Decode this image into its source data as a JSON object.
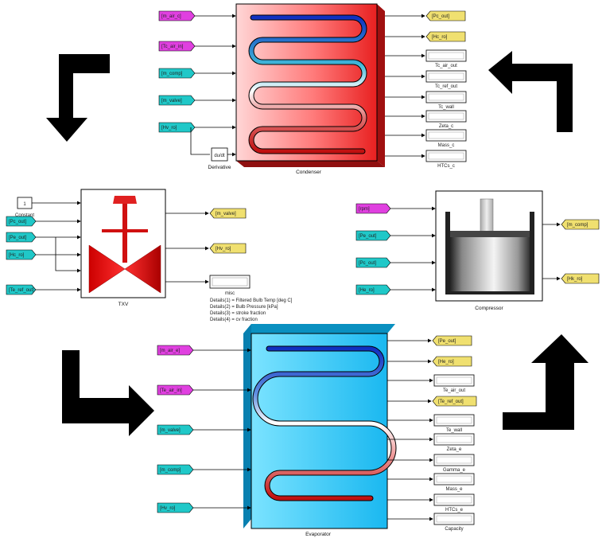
{
  "condenser": {
    "title": "Condenser",
    "inputs": [
      "[m_air_c]",
      "[Tc_air_in]",
      "[m_comp]",
      "[m_valve]",
      "[Hv_ro]"
    ],
    "goto_outputs": [
      "[Pc_out]",
      "[Hc_ro]"
    ],
    "display_outputs": [
      "Tc_air_out",
      "Tc_ref_out",
      "Tc_wall",
      "Zeta_c",
      "Mass_c",
      "HTCs_c"
    ],
    "derivative_label": "Derivative",
    "derivative_text": "du/dt"
  },
  "txv": {
    "title": "TXV",
    "constant_value": "1",
    "constant_label": "Constant",
    "inputs": [
      "[Pc_out]",
      "[Pe_out]",
      "[Hc_ro]",
      "[Te_ref_out]"
    ],
    "goto_outputs": [
      "[m_valve]",
      "[Hv_ro]"
    ],
    "display_label": "misc",
    "details": [
      "Details(1) = Filtered Bulb Temp [deg C]",
      "Details(2) = Bulb Pressure [kPa]",
      "Details(3) = stroke fraction",
      "Details(4) = cv fraction"
    ]
  },
  "compressor": {
    "title": "Compressor",
    "inputs": [
      "[rpm]",
      "[Pe_out]",
      "[Pc_out]",
      "[He_ro]"
    ],
    "goto_outputs": [
      "[m_comp]",
      "[Hk_ro]"
    ]
  },
  "evaporator": {
    "title": "Evaporator",
    "inputs": [
      "[m_air_e]",
      "[Te_air_in]",
      "[m_valve]",
      "[m_comp]",
      "[Hv_ro]"
    ],
    "goto_outputs": [
      "[Pe_out]",
      "[He_ro]",
      "[Te_ref_out]"
    ],
    "display_outputs": [
      "Te_air_out",
      "Te_wall",
      "Zeta_e",
      "Gamma_e",
      "Mass_e",
      "HTCs_e",
      "Capacity"
    ]
  },
  "colors": {
    "magenta_tag": "#e040e0",
    "cyan_tag": "#20c8c8",
    "yellow_tag": "#f0e070",
    "condenser_fill": "#ee3333",
    "evaporator_fill": "#33ccee",
    "arrow": "#000000"
  }
}
